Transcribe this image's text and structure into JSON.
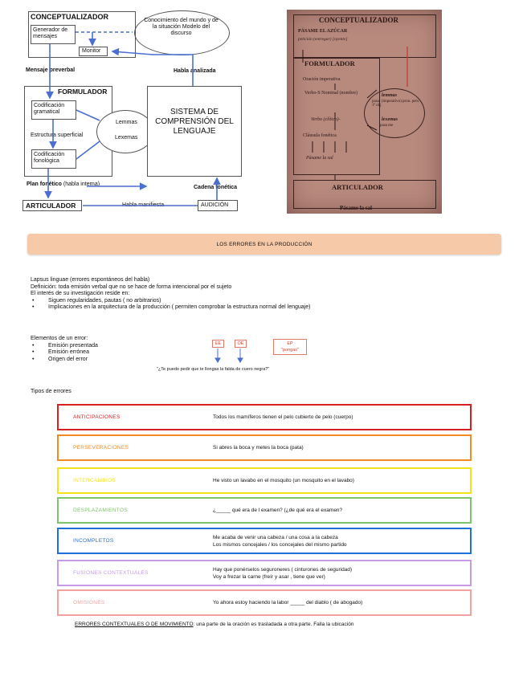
{
  "left_diagram": {
    "conceptualizador": "CONCEPTUALIZADOR",
    "generador": "Generador de mensajes",
    "monitor": "Monitor",
    "conocimiento": "Conocimiento del mundo y de la situación Modelo del discurso",
    "mensaje_preverbal": "Mensaje preverbal",
    "habla_analizada": "Habla analizada",
    "formulador": "FORMULADOR",
    "codificacion_gramatical": "Codificación gramatical",
    "estructura_superficial": "Estructura superficial",
    "codificacion_fonologica": "Codificación fonológica",
    "lemmas": "Lemmas",
    "lexemas": "Lexemas",
    "sistema": "SISTEMA DE COMPRENSIÓN DEL LENGUAJE",
    "plan_fonetico": "Plan fonético",
    "habla_interna": "(habla interna)",
    "cadena_fonetica": "Cadena fonética",
    "articulador": "ARTICULADOR",
    "habla_manifiesta": "Habla manifiesta",
    "audicion": "AUDICIÓN"
  },
  "right_photo": {
    "conceptualizador": "CONCEPTUALIZADOR",
    "pasame": "PÁSAME EL AZÚCAR",
    "peticion": "petición (entregar) [oyente]",
    "formulador": "FORMULADOR",
    "oracion": "Oración imperativa",
    "verbo_sn": "Verbo-S Nominal (nombre)",
    "verbo_clitico": "Verbo (clítico)-",
    "clausula": "Cláusula fonética",
    "pasame_sal": "Pásame la sal",
    "lemmas": "lemmas",
    "lemmas_detail": "pasar (imperativo) pron. pers. 1ª obj",
    "lexemas": "lexemas",
    "lexemas_detail": "pasa me",
    "articulador": "ARTICULADOR",
    "final": "Pásame la sal"
  },
  "banner": "LOS ERRORES EN LA PRODUCCIÓN",
  "intro": {
    "line1": "Lapsus linguae (errores espontáneos del habla)",
    "line2": "Definición: toda emisión verbal que no se hace de forma intencional por el sujeto",
    "line3": "El interés de su investigación reside en:",
    "bullets": [
      "Siguen regularidades, pautas ( no arbitrarios)",
      "Implicaciones en la arquitectura de la producción ( permiten comprobar la estructura normal del lenguaje)"
    ]
  },
  "elements": {
    "heading": "Elementos de un error:",
    "bullets": [
      "Emisión presentada",
      "Emisión errónea",
      "Origen del error"
    ],
    "tag_ee": "EE",
    "tag_oe": "OE",
    "tag_ep": "EP",
    "tag_ep_word": "\"pongas\"",
    "example": "\"¿Te puedo pedir que te llongas la falda de cuero negra?\""
  },
  "tipos_heading": "Tipos de errores",
  "errors": [
    {
      "type": "ANTICIPACIONES",
      "color": "#d42020",
      "lines": [
        "Todos los mamíferos tienen el pelo cubierto de pelo (cuerpo)"
      ]
    },
    {
      "type": "PERSEVERACIONES",
      "color": "#f08a24",
      "lines": [
        "Si abres la boca y metes la boca (pata)"
      ]
    },
    {
      "type": "INTERCAMBIOS",
      "color": "#f5e21a",
      "lines": [
        "He visto un lavabo en el mosquito (un mosquito en el lavabo)"
      ]
    },
    {
      "type": "DESPLAZAMIENTOS",
      "color": "#7dc46a",
      "lines": [
        "¿_____ qué era de l examen? (¿de qué era el examen?"
      ]
    },
    {
      "type": "INCOMPLETOS",
      "color": "#1e6fd9",
      "lines": [
        "Me acaba de venir una cabeza / una cosa a la cabeza",
        "Los mismos concejales / los concejales del mismo partido"
      ]
    },
    {
      "type": "FUSIONES CONTEXTUALES",
      "color": "#c79ae8",
      "lines": [
        "Hay que ponérselos seguroneres ( cinturones de seguridad)",
        "Voy a frezar la carne (freír y asar , tiene que ver)"
      ]
    },
    {
      "type": "OMISIONES",
      "color": "#f2a0a0",
      "lines": [
        "Yo ahora estoy haciendo la labor _____ del diablo ( de abogado)"
      ]
    }
  ],
  "footer_label": "ERRORES CONTEXTUALES O DE MOVIMIENTO",
  "footer_text": ": una parte de la oración es trasladada a otra parte. Falla la ubicación"
}
